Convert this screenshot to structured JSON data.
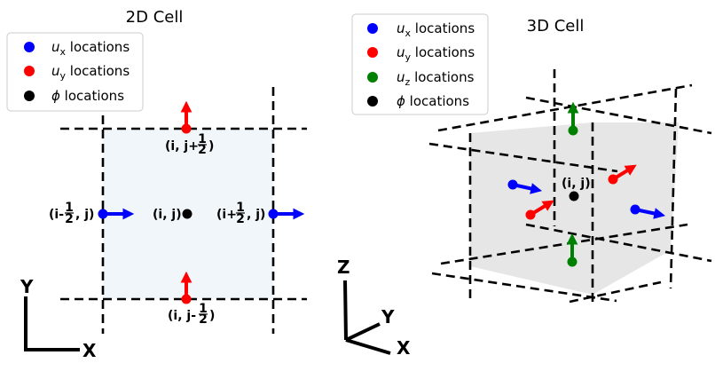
{
  "panel_2d": {
    "title": "2D Cell",
    "legend": [
      {
        "symbol": "u",
        "sub": "x",
        "text": " locations",
        "color": "#0000ff"
      },
      {
        "symbol": "u",
        "sub": "y",
        "text": " locations",
        "color": "#ff0000"
      },
      {
        "symbol": "ϕ",
        "sub": "",
        "text": " locations",
        "color": "#000000"
      }
    ],
    "labels": {
      "top": {
        "pre": "(i, j+",
        "num": "1",
        "den": "2",
        "post": ")"
      },
      "bottom": {
        "pre": "(i, j-",
        "num": "1",
        "den": "2",
        "post": ")"
      },
      "left": {
        "pre": "(i-",
        "num": "1",
        "den": "2",
        "post": ", j)"
      },
      "right": {
        "pre": "(i+",
        "num": "1",
        "den": "2",
        "post": ", j)"
      },
      "center": "(i, j)"
    },
    "axes": {
      "y": "Y",
      "x": "X"
    }
  },
  "panel_3d": {
    "title": "3D Cell",
    "legend": [
      {
        "symbol": "u",
        "sub": "x",
        "text": " locations",
        "color": "#0000ff"
      },
      {
        "symbol": "u",
        "sub": "y",
        "text": " locations",
        "color": "#ff0000"
      },
      {
        "symbol": "u",
        "sub": "z",
        "text": " locations",
        "color": "#008000"
      },
      {
        "symbol": "ϕ",
        "sub": "",
        "text": " locations",
        "color": "#000000"
      }
    ],
    "center_label": "(i, j)",
    "axes": {
      "z": "Z",
      "y": "Y",
      "x": "X"
    }
  },
  "colors": {
    "ux": "#0000ff",
    "uy": "#ff0000",
    "uz": "#008000",
    "phi": "#000000",
    "cell2d_fill": "#f1f6fa",
    "cell3d_fill": "#e6e6e6"
  }
}
